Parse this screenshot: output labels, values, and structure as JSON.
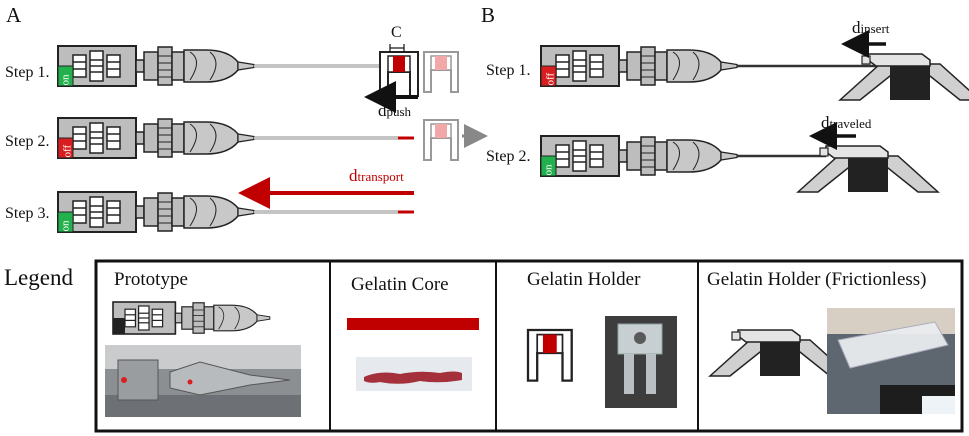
{
  "panels": {
    "a": "A",
    "b": "B"
  },
  "panel_a": {
    "steps": [
      "Step 1.",
      "Step 2.",
      "Step 3."
    ],
    "switch_states": [
      "on",
      "off",
      "on"
    ],
    "clearance_label": "C",
    "push": {
      "d": "d",
      "sub": "push"
    },
    "transport": {
      "d": "d",
      "sub": "transport"
    }
  },
  "panel_b": {
    "steps": [
      "Step 1.",
      "Step 2."
    ],
    "switch_states": [
      "off",
      "on"
    ],
    "insert": {
      "d": "d",
      "sub": "insert"
    },
    "traveled": {
      "d": "d",
      "sub": "traveled"
    }
  },
  "legend": {
    "title": "Legend",
    "items": [
      {
        "title": "Prototype"
      },
      {
        "title": "Gelatin Core"
      },
      {
        "title": "Gelatin Holder"
      },
      {
        "title": "Gelatin Holder (Frictionless)"
      }
    ]
  },
  "colors": {
    "on": "#22b14c",
    "off": "#d81e1e",
    "core": "#c00000",
    "arrow_red": "#c00000",
    "device": "#c8c8c8"
  }
}
